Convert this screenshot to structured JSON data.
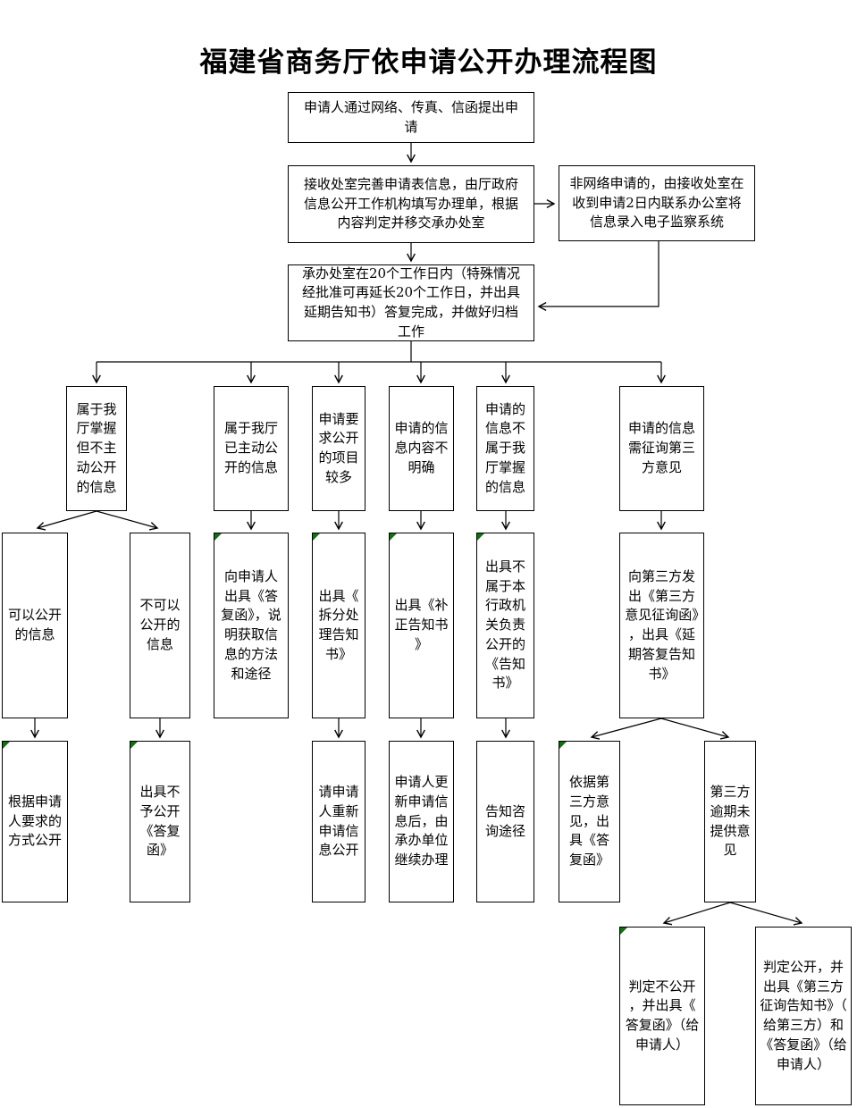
{
  "title": "福建省商务厅依申请公开办理流程图",
  "colors": {
    "line": "#000000",
    "box_background": "#ffffff",
    "comment_marker": "#146e14"
  },
  "nodes": {
    "submit": {
      "text": "申请人通过网络、传真、信函提出申请"
    },
    "receive": {
      "text": "接收处室完善申请表信息，由厅政府信息公开工作机构填写办理单，根据内容判定并移交承办处室"
    },
    "non_network": {
      "text": "非网络申请的，由接收处室在收到申请2日内联系办公室将信息录入电子监察系统"
    },
    "handle": {
      "text": "承办处室在20个工作日内（特殊情况经批准可再延长20个工作日，并出具延期告知书）答复完成，并做好归档工作"
    },
    "cat_held_not_published": {
      "text": "属于我厅掌握但不主动公开的信息"
    },
    "cat_already_published": {
      "text": "属于我厅已主动公开的信息"
    },
    "cat_many_items": {
      "text": "申请要求公开的项目较多"
    },
    "cat_content_unclear": {
      "text": "申请的信息内容不明确"
    },
    "cat_not_held": {
      "text": "申请的信息不属于我厅掌握的信息"
    },
    "cat_third_party": {
      "text": "申请的信息需征询第三方意见"
    },
    "can_disclose": {
      "text": "可以公开的信息"
    },
    "cannot_disclose": {
      "text": "不可以公开的信息"
    },
    "reply_letter_methods": {
      "text": "向申请人出具《答复函》，说明获取信息的方法和途径"
    },
    "split_notice": {
      "text": "出具《拆分处理告知书》"
    },
    "correction_notice": {
      "text": "出具《补正告知书》"
    },
    "not_responsible_notice": {
      "text": "出具不属于本行政机关负责公开的《告知书》"
    },
    "third_party_inquiry": {
      "text": "向第三方发出《第三方意见征询函》，出具《延期答复告知书》"
    },
    "disclose_as_requested": {
      "text": "根据申请人要求的方式公开"
    },
    "non_disclosure_reply": {
      "text": "出具不予公开《答复函》"
    },
    "reapply": {
      "text": "请申请人重新申请信息公开"
    },
    "update_and_continue": {
      "text": "申请人更新申请信息后，由承办单位继续办理"
    },
    "inform_channel": {
      "text": "告知咨询途径"
    },
    "reply_per_third_party": {
      "text": "依据第三方意见，出具《答复函》"
    },
    "third_party_overdue": {
      "text": "第三方逾期未提供意见"
    },
    "decide_non_disclosure": {
      "text": "判定不公开，并出具《答复函》（给申请人）"
    },
    "decide_disclosure": {
      "text": "判定公开，并出具《第三方征询告知书》（给第三方）和《答复函》（给申请人）"
    }
  }
}
